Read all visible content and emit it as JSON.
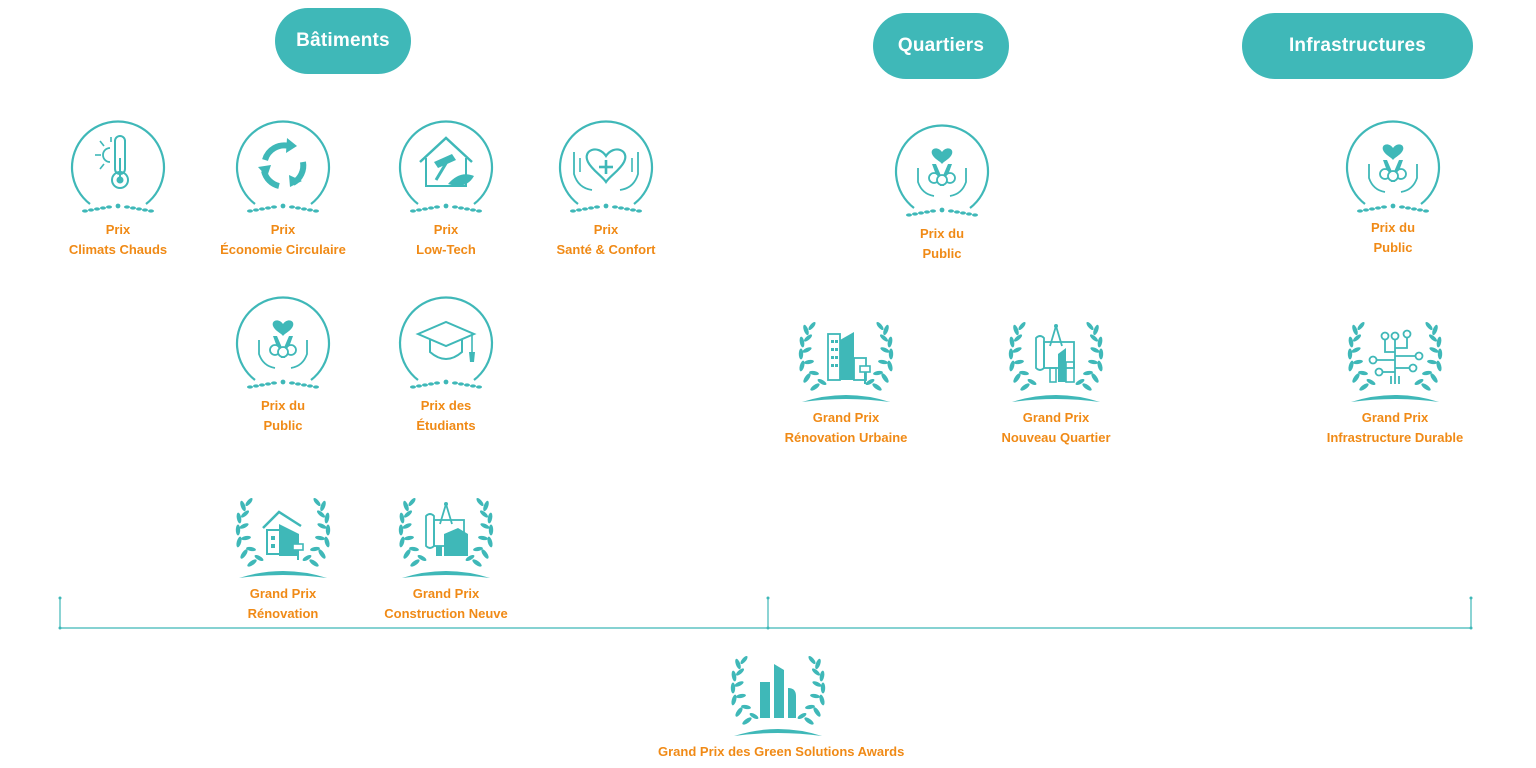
{
  "colors": {
    "teal": "#3fb8b8",
    "orange": "#f08a16"
  },
  "categories": {
    "batiments": "Bâtiments",
    "quartiers": "Quartiers",
    "infrastructures": "Infrastructures"
  },
  "awards": {
    "climats": {
      "l1": "Prix",
      "l2": "Climats Chauds",
      "icon": "thermometer-sun-icon"
    },
    "economie": {
      "l1": "Prix",
      "l2": "Économie Circulaire",
      "icon": "recycle-arrows-icon"
    },
    "lowtech": {
      "l1": "Prix",
      "l2": "Low-Tech",
      "icon": "house-tools-icon"
    },
    "sante": {
      "l1": "Prix",
      "l2": "Santé & Confort",
      "icon": "heart-hands-icon"
    },
    "public_bat": {
      "l1": "Prix du",
      "l2": "Public",
      "icon": "people-heart-icon"
    },
    "etudiants": {
      "l1": "Prix des",
      "l2": "Étudiants",
      "icon": "graduation-cap-icon"
    },
    "renovation": {
      "l1": "Grand Prix",
      "l2": "Rénovation",
      "icon": "renovation-house-icon"
    },
    "construction": {
      "l1": "Grand Prix",
      "l2": "Construction Neuve",
      "icon": "blueprint-building-icon"
    },
    "public_quart": {
      "l1": "Prix du",
      "l2": "Public",
      "icon": "people-heart-icon"
    },
    "renov_urbaine": {
      "l1": "Grand Prix",
      "l2": "Rénovation Urbaine",
      "icon": "city-buildings-icon"
    },
    "nouveau_quartier": {
      "l1": "Grand Prix",
      "l2": "Nouveau Quartier",
      "icon": "compass-building-icon"
    },
    "public_infra": {
      "l1": "Prix du",
      "l2": "Public",
      "icon": "people-heart-icon"
    },
    "infra_durable": {
      "l1": "Grand Prix",
      "l2": "Infrastructure Durable",
      "icon": "circuit-tree-icon"
    },
    "grand_prix": {
      "l1": "Grand Prix des Green Solutions Awards",
      "icon": "buildings-laurel-icon"
    }
  }
}
